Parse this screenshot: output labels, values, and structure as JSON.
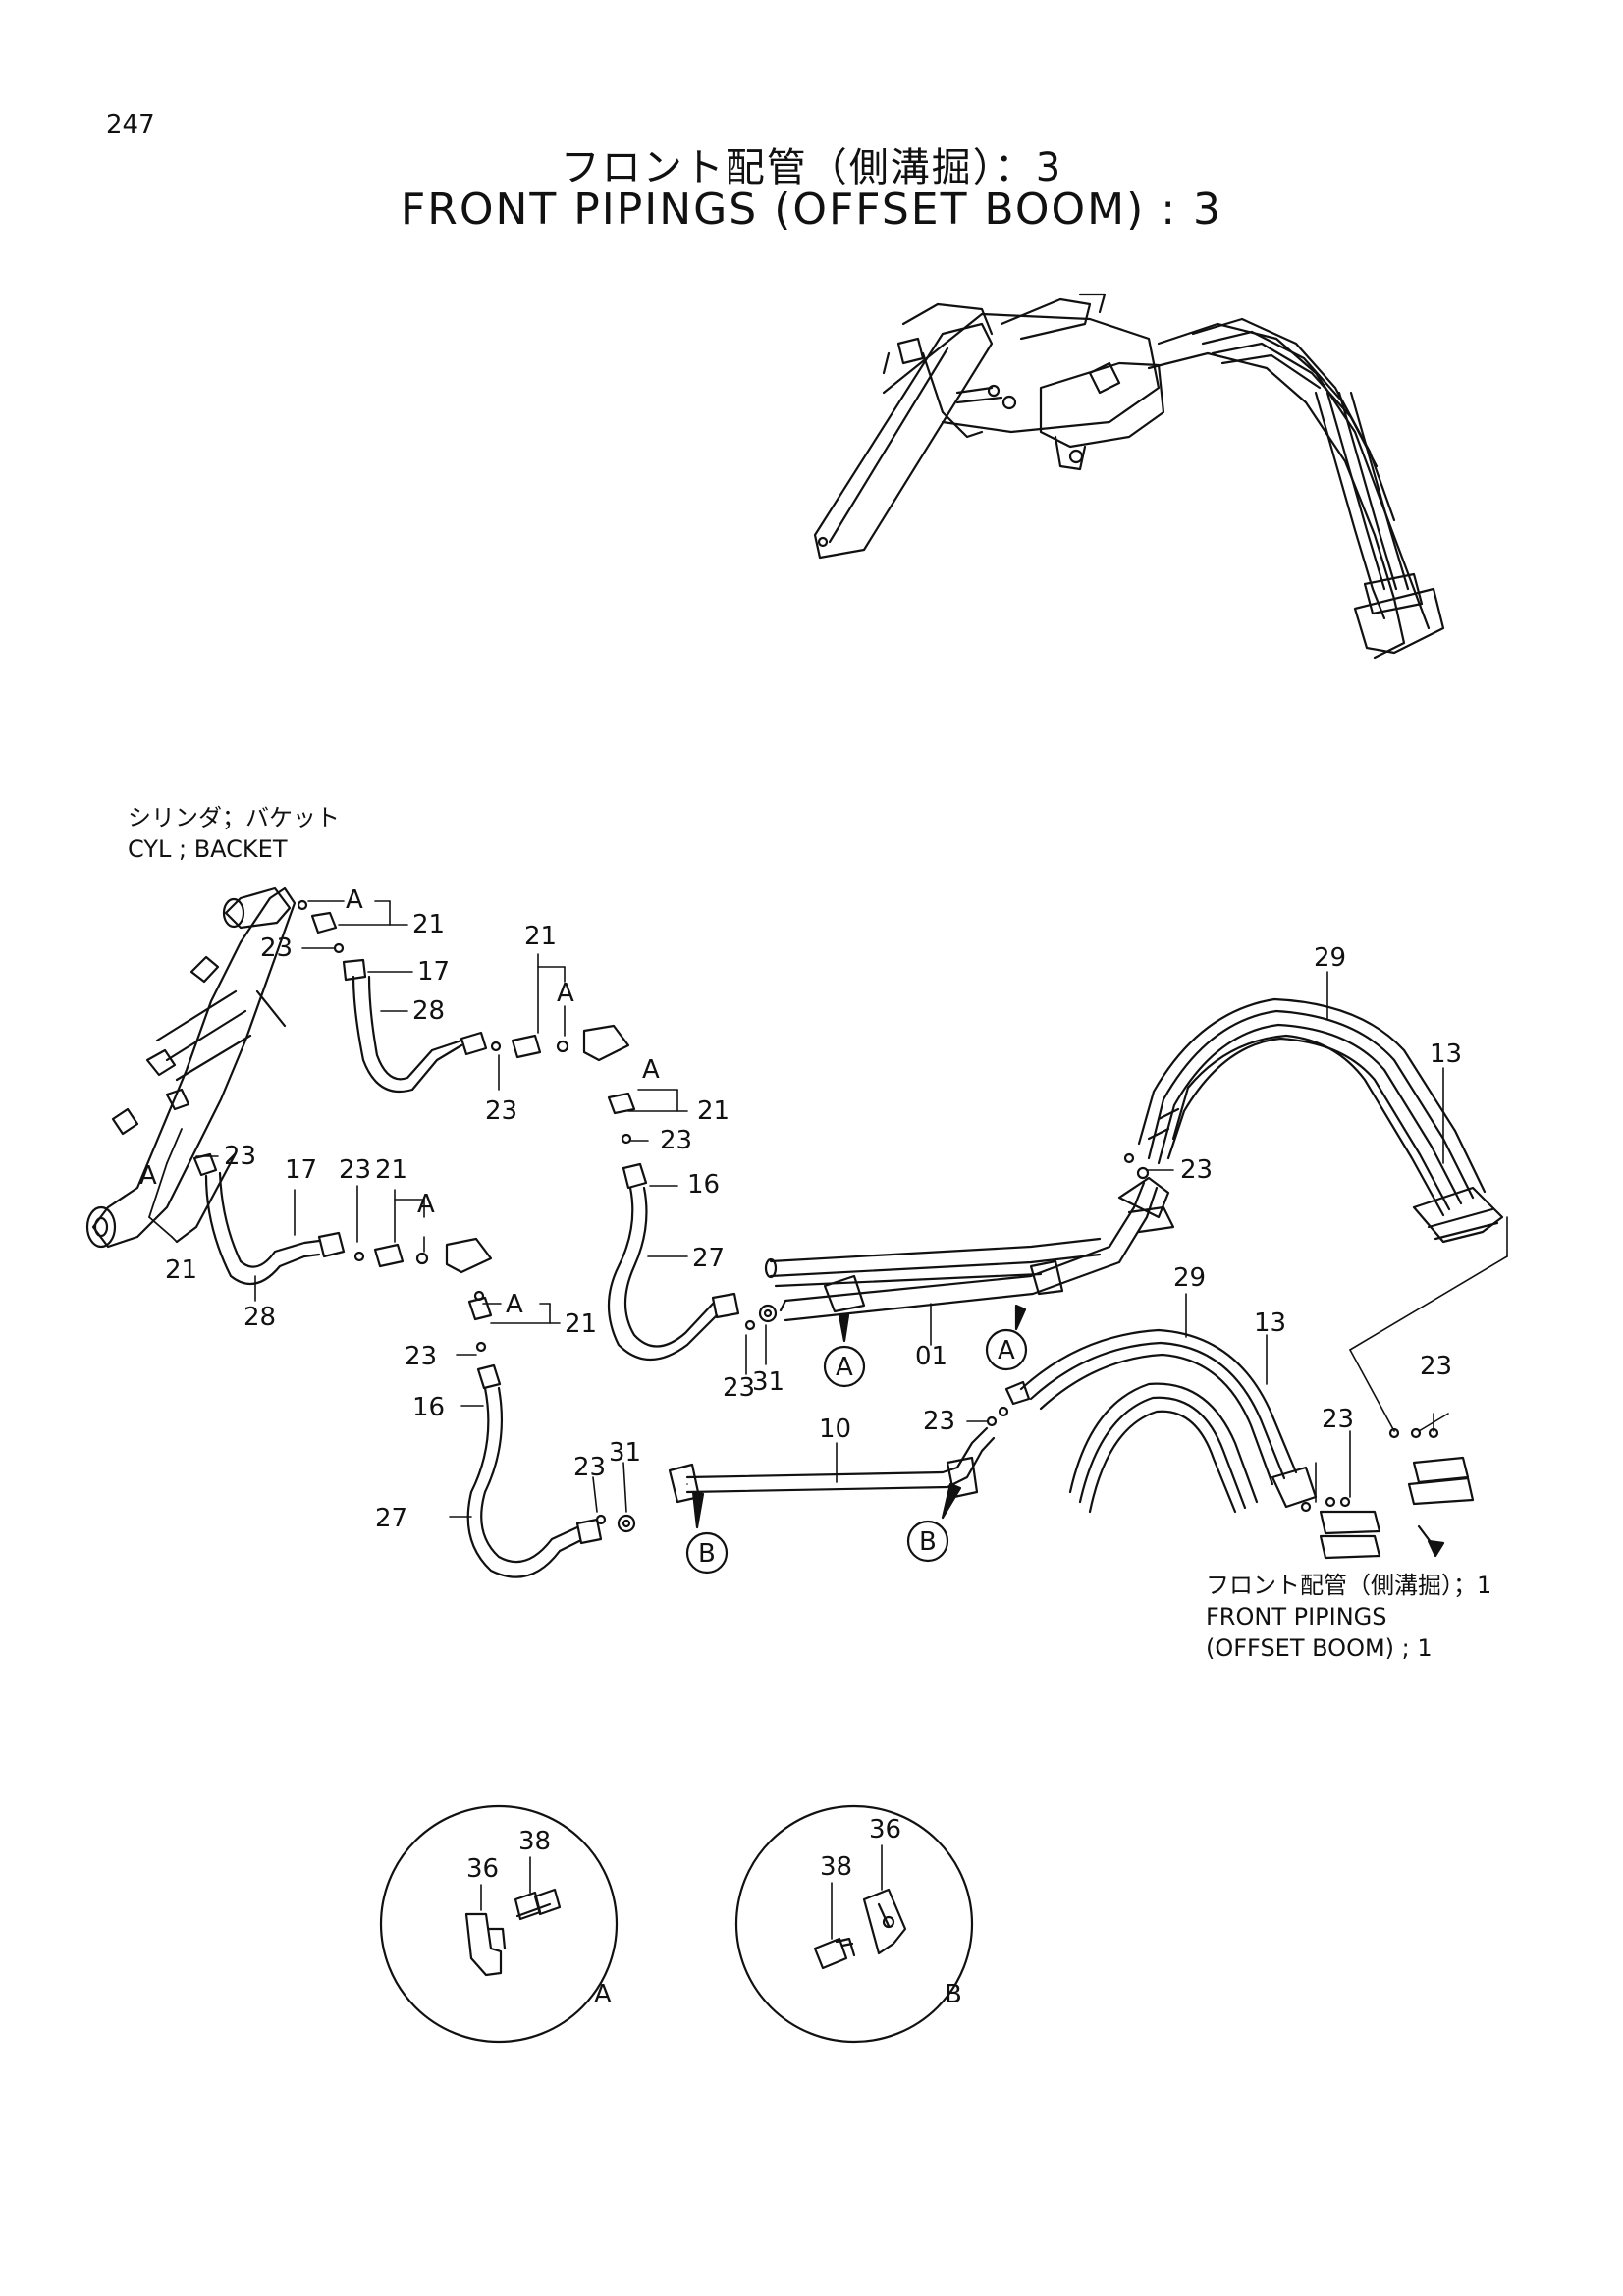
{
  "page": {
    "number": "247"
  },
  "title": {
    "jp": "フロント配管（側溝掘）：3",
    "en": "FRONT PIPINGS (OFFSET BOOM) : 3"
  },
  "captions": {
    "cyl_jp": "シリンダ；バケット",
    "cyl_en": "CYL ; BACKET",
    "ref_jp": "フロント配管（側溝掘）；1",
    "ref_en1": "FRONT PIPINGS",
    "ref_en2": "(OFFSET BOOM) ; 1"
  },
  "labels": {
    "a": "A",
    "b": "B",
    "p01": "01",
    "p10": "10",
    "p13": "13",
    "p16": "16",
    "p17": "17",
    "p21": "21",
    "p23": "23",
    "p27": "27",
    "p28": "28",
    "p29": "29",
    "p31": "31",
    "p36": "36",
    "p38": "38"
  },
  "details": {
    "a": "A",
    "b": "B"
  }
}
